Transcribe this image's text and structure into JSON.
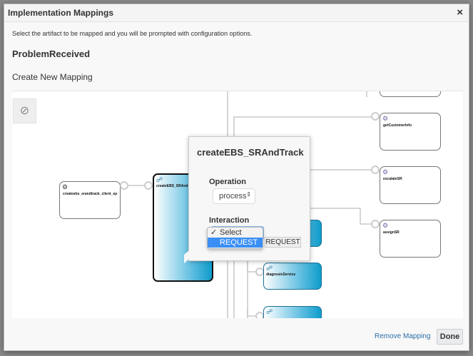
{
  "dialog": {
    "title": "Implementation Mappings",
    "close_label": "×",
    "instructions": "Select the artifact to be mapped and you will be prompted with configuration options.",
    "event_name": "ProblemReceived",
    "section_title": "Create New Mapping"
  },
  "diagram": {
    "nodes": [
      {
        "label": "createebs_srandtrack_client_ep",
        "icon": "gear-icon"
      },
      {
        "label": "createEBS_SRAnd",
        "icon": "process-icon"
      },
      {
        "label": "getCustomerInfo",
        "icon": "gear-icon"
      },
      {
        "label": "escalateSR",
        "icon": "gear-icon"
      },
      {
        "label": "assignSR",
        "icon": "gear-icon"
      },
      {
        "label": "diagnosisService",
        "icon": "process-icon"
      }
    ],
    "compass_icon": "compass-icon"
  },
  "popup": {
    "title": "createEBS_SRAndTrack",
    "operation_label": "Operation",
    "operation_value": "process",
    "interaction_label": "Interaction",
    "interaction_options": [
      "Select",
      "REQUEST"
    ],
    "selected_check": "✓",
    "button_label": "REQUEST"
  },
  "footer": {
    "remove_label": "Remove Mapping",
    "done_label": "Done"
  },
  "colors": {
    "accent": "#3b8ff4",
    "bpel_blue": "#0e9ccc",
    "link": "#2a6fa8"
  }
}
